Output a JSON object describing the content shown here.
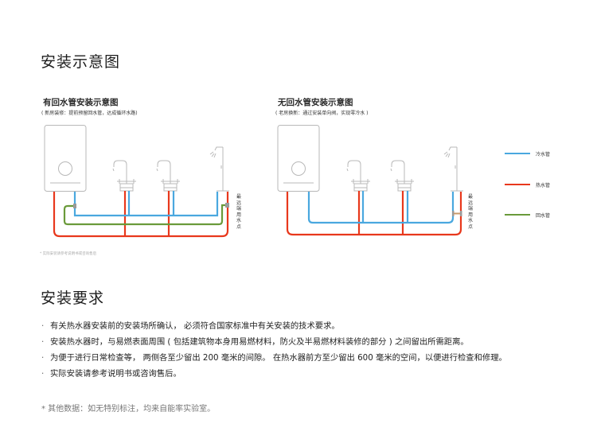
{
  "sections": {
    "diagram_title": "安装示意图",
    "requirements_title": "安装要求"
  },
  "diagrams": [
    {
      "title": "有回水管安装示意图",
      "subtitle": "( 新房装修：提前预留回水管，达成循环水路)",
      "endpoint_label": "最远端用水点",
      "pipes": [
        "cold",
        "hot",
        "return"
      ]
    },
    {
      "title": "无回水管安装示意图",
      "subtitle": "( 老房换新：通过安装单向阀，实现零冷水 )",
      "endpoint_label": "最远端用水点",
      "pipes": [
        "cold",
        "hot"
      ]
    }
  ],
  "diagram_note": "* 实际安装请参考说明书或咨询售后",
  "legend": [
    {
      "label": "冷水管",
      "color": "#4aa8df"
    },
    {
      "label": "热水管",
      "color": "#e8381c"
    },
    {
      "label": "回水管",
      "color": "#6a9a3a"
    }
  ],
  "requirements": [
    "有关热水器安装前的安装场所确认， 必须符合国家标准中有关安装的技术要求。",
    "安装热水器时，与易燃表面周围 ( 包括建筑物本身用易燃材料，防火及半易燃材料装修的部分 ) 之间留出所需距离。",
    "为便于进行日常检查等， 两侧各至少留出 200 毫米的间隙。 在热水器前方至少留出 600 毫米的空间，以便进行检查和修理。",
    "实际安装请参考说明书或咨询售后。"
  ],
  "bullet": "·",
  "footnote": "* 其他数据：如无特别标注，均来自能率实验室。"
}
